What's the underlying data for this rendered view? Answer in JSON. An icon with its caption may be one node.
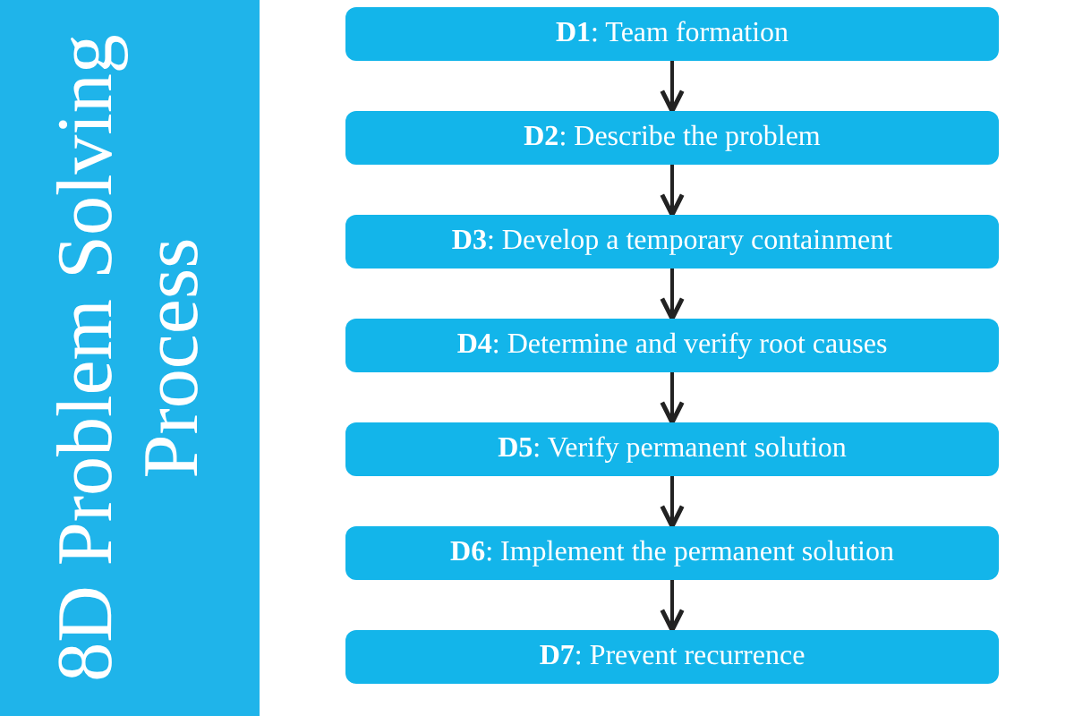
{
  "diagram": {
    "title": "8D Problem Solving Process",
    "nodes": [
      {
        "text": [
          "**D1**: Team formation"
        ]
      },
      {
        "text": [
          "**D2**: Describe the problem"
        ]
      },
      {
        "text": [
          "**D3**: Develop a temporary containment"
        ]
      },
      {
        "text": [
          "**D4**: Determine and verify root causes"
        ]
      },
      {
        "text": [
          "**D5**: Verify permanent solution"
        ]
      },
      {
        "text": [
          "**D6**: Implement the permanent solution"
        ]
      },
      {
        "text": [
          "**D7**: Prevent recurrence"
        ]
      }
    ],
    "edges": [
      {
        "from": 0,
        "to": 1,
        "arrow": "to"
      },
      {
        "from": 1,
        "to": 2,
        "arrow": "to"
      },
      {
        "from": 2,
        "to": 3,
        "arrow": "to"
      },
      {
        "from": 3,
        "to": 4,
        "arrow": "to"
      },
      {
        "from": 4,
        "to": 5,
        "arrow": "to"
      },
      {
        "from": 5,
        "to": 6,
        "arrow": "to"
      }
    ]
  }
}
